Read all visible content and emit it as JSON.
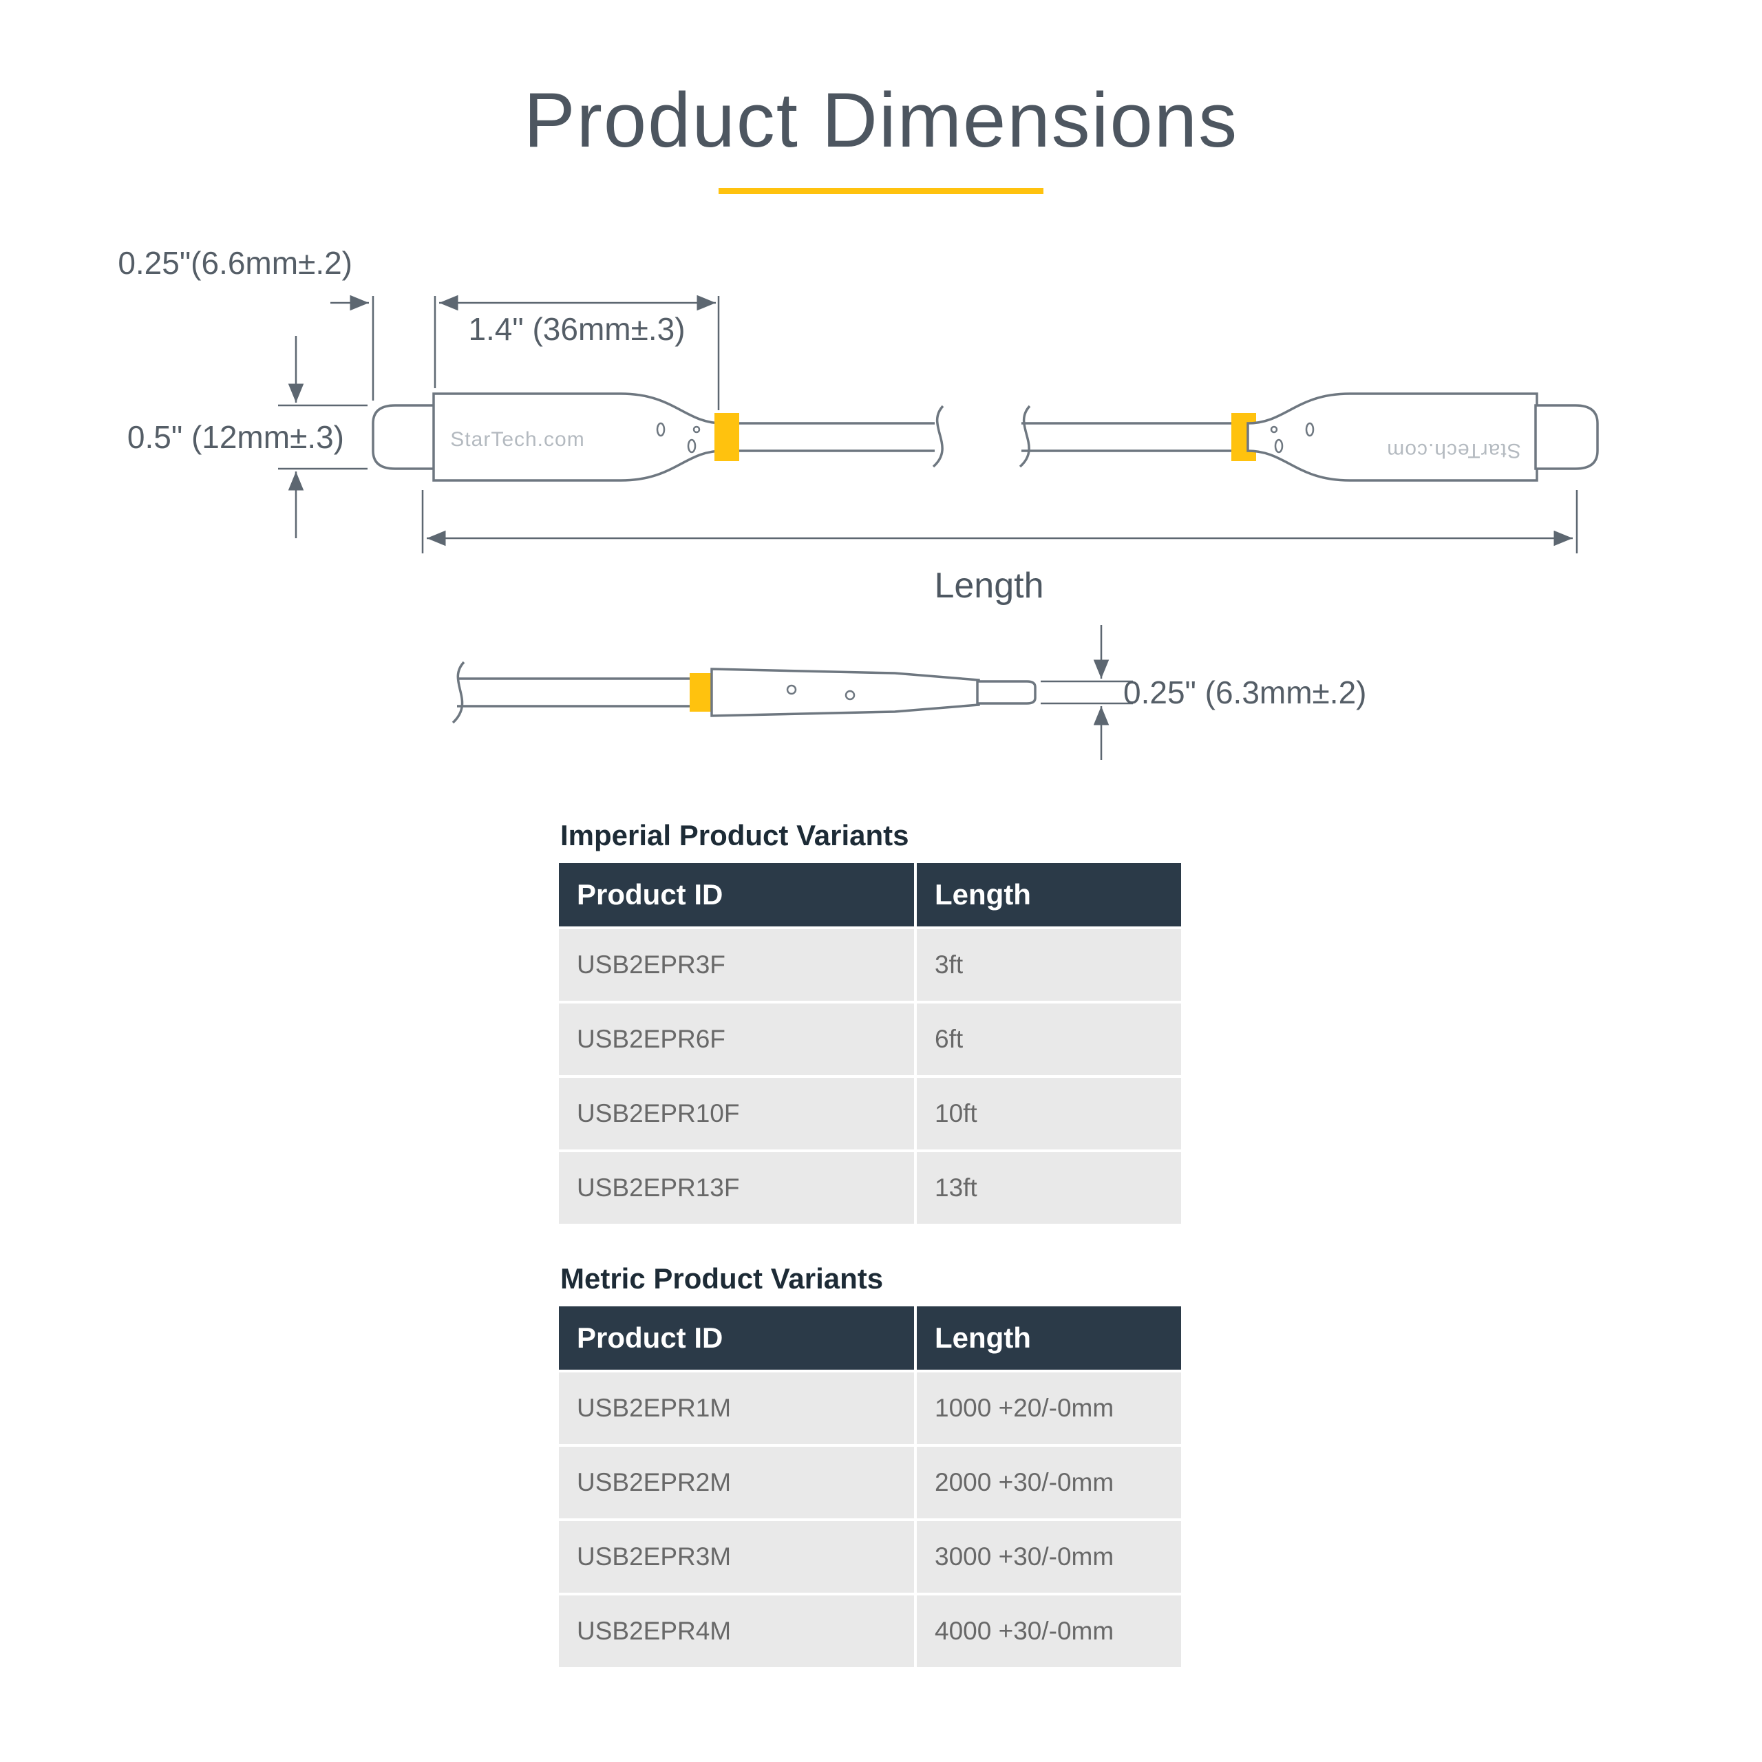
{
  "page": {
    "title": "Product Dimensions"
  },
  "diagram": {
    "brand": "StarTech.com",
    "labels": {
      "plug_length": "0.25\"(6.6mm±.2)",
      "connector_length": "1.4\" (36mm±.3)",
      "connector_height": "0.5\" (12mm±.3)",
      "cable_length": "Length",
      "connector_thickness": "0.25\" (6.3mm±.2)"
    }
  },
  "tables": {
    "imperial": {
      "heading": "Imperial Product Variants",
      "columns": [
        "Product ID",
        "Length"
      ],
      "rows": [
        [
          "USB2EPR3F",
          "3ft"
        ],
        [
          "USB2EPR6F",
          "6ft"
        ],
        [
          "USB2EPR10F",
          "10ft"
        ],
        [
          "USB2EPR13F",
          "13ft"
        ]
      ]
    },
    "metric": {
      "heading": "Metric Product Variants",
      "columns": [
        "Product ID",
        "Length"
      ],
      "rows": [
        [
          "USB2EPR1M",
          "1000 +20/-0mm"
        ],
        [
          "USB2EPR2M",
          "2000 +30/-0mm"
        ],
        [
          "USB2EPR3M",
          "3000 +30/-0mm"
        ],
        [
          "USB2EPR4M",
          "4000 +30/-0mm"
        ]
      ]
    }
  },
  "colors": {
    "accent_yellow": "#ffc20e",
    "table_header_bg": "#2b3a48",
    "table_row_bg": "#e9e9e9",
    "title_gray": "#4d5660"
  }
}
